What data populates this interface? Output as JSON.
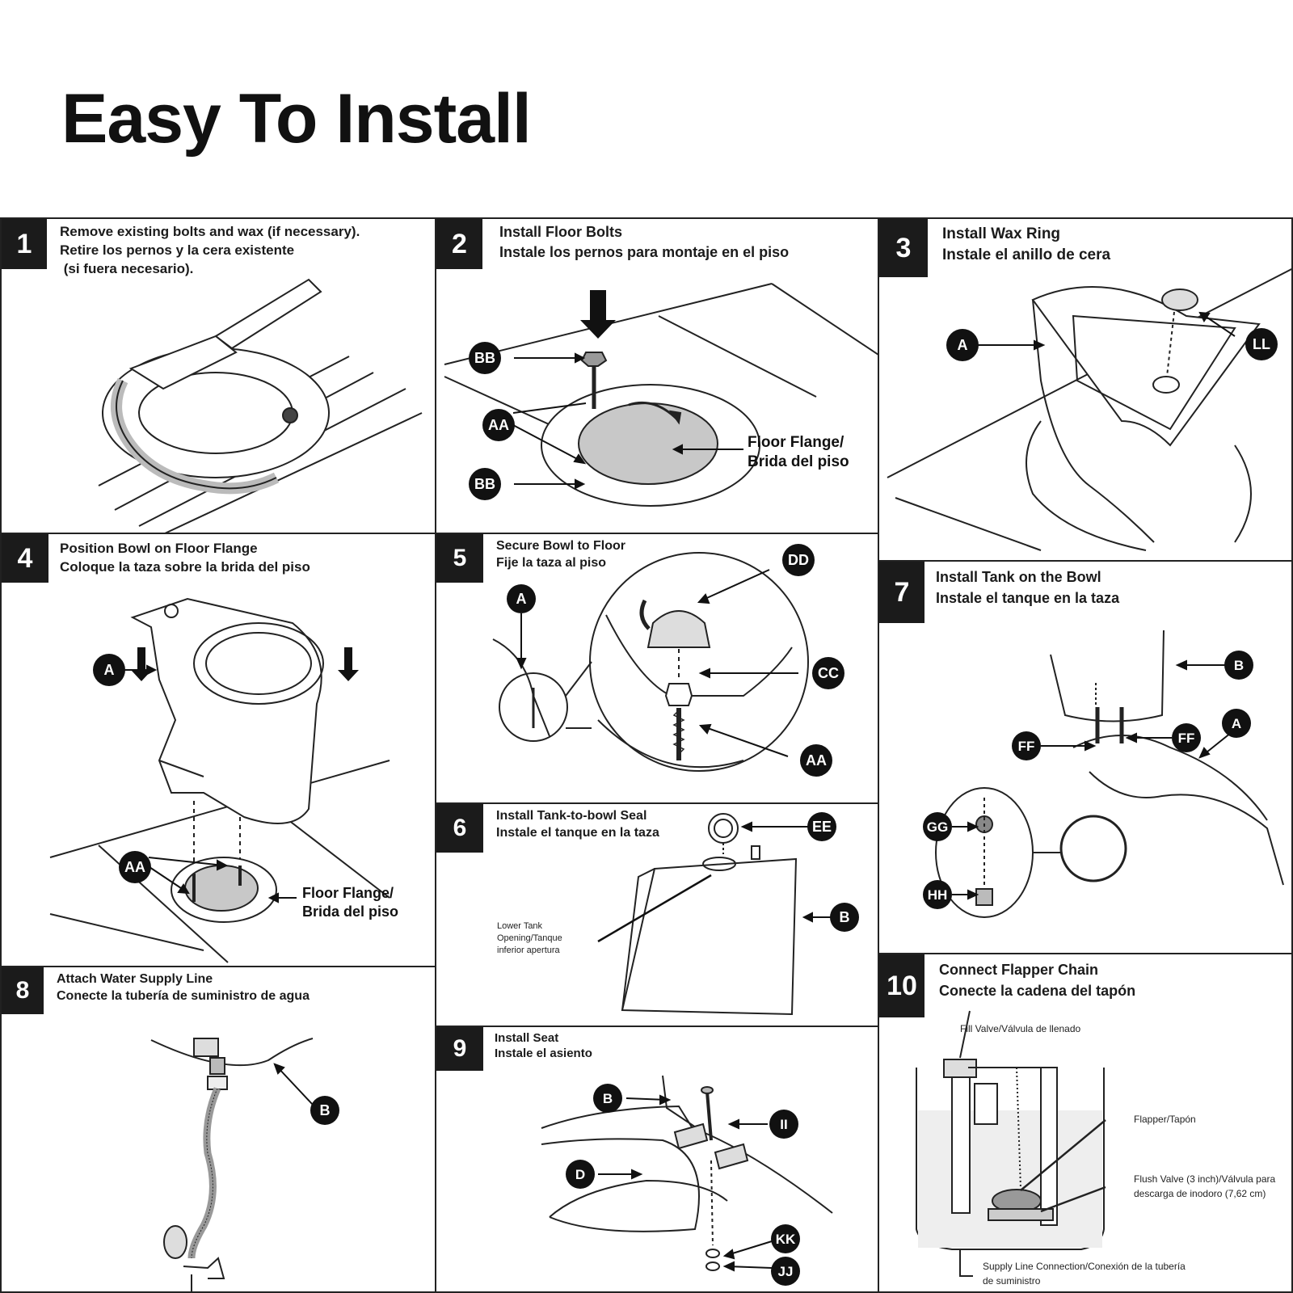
{
  "page_title": "Easy To Install",
  "steps": [
    {
      "number": "1",
      "en": "Remove existing bolts and wax (if necessary).",
      "es": "Retire los pernos y la cera existente",
      "es2": " (si fuera necesario)."
    },
    {
      "number": "2",
      "en": "Install Floor Bolts",
      "es": "Instale los pernos para montaje en el piso",
      "callouts": [
        "BB",
        "AA",
        "BB"
      ],
      "flange_label": [
        "Floor Flange/",
        "Brida del piso"
      ]
    },
    {
      "number": "3",
      "en": "Install Wax Ring",
      "es": "Instale el anillo de cera",
      "callouts": [
        "A",
        "LL"
      ]
    },
    {
      "number": "4",
      "en": "Position Bowl on Floor Flange",
      "es": "Coloque la taza sobre la brida del piso",
      "callouts": [
        "A",
        "AA"
      ],
      "flange_label": [
        "Floor Flange/",
        "Brida del piso"
      ]
    },
    {
      "number": "5",
      "en": "Secure Bowl to Floor",
      "es": "Fije la taza al piso",
      "callouts": [
        "A",
        "DD",
        "CC",
        "AA"
      ]
    },
    {
      "number": "6",
      "en": "Install Tank-to-bowl Seal",
      "es": "Instale el tanque en la taza",
      "callouts": [
        "EE",
        "B"
      ],
      "opening_label": [
        "Lower Tank",
        "Opening/Tanque",
        "inferior apertura"
      ]
    },
    {
      "number": "7",
      "en": "Install Tank on the Bowl",
      "es": "Instale el tanque en la taza",
      "callouts": [
        "B",
        "FF",
        "FF",
        "A",
        "GG",
        "HH"
      ]
    },
    {
      "number": "8",
      "en": "Attach Water Supply Line",
      "es": "Conecte la tubería de suministro de agua",
      "callouts": [
        "B"
      ]
    },
    {
      "number": "9",
      "en": "Install Seat",
      "es": "Instale el asiento",
      "callouts": [
        "B",
        "II",
        "D",
        "KK",
        "JJ"
      ]
    },
    {
      "number": "10",
      "en": "Connect Flapper Chain",
      "es": "Conecte la cadena del tapón",
      "fill_valve": "Fill Valve/Válvula de llenado",
      "flapper": "Flapper/Tapón",
      "flush_valve": [
        "Flush Valve (3 inch)/Válvula para",
        "descarga de inodoro (7,62 cm)"
      ],
      "supply": [
        "Supply Line Connection/Conexión de la tubería",
        "de suministro"
      ]
    }
  ]
}
